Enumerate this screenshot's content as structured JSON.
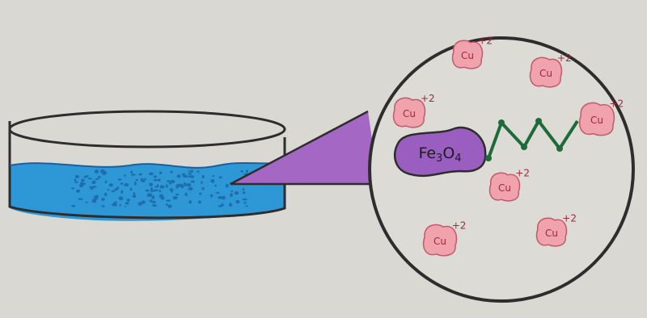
{
  "diagram": {
    "core_label": "Fe3O4",
    "ion_text": "Cu",
    "ion_charge": "+2",
    "colors": {
      "paper": "#d9d8d3",
      "liquid": "#2e98d6",
      "liquid_dots": "#1b5f9c",
      "zoom_cone": "#a467c4",
      "core": "#9a5ec0",
      "ion": "#f0a2ad",
      "linker": "#1e6b3a",
      "outline": "#2d2d2d"
    }
  }
}
